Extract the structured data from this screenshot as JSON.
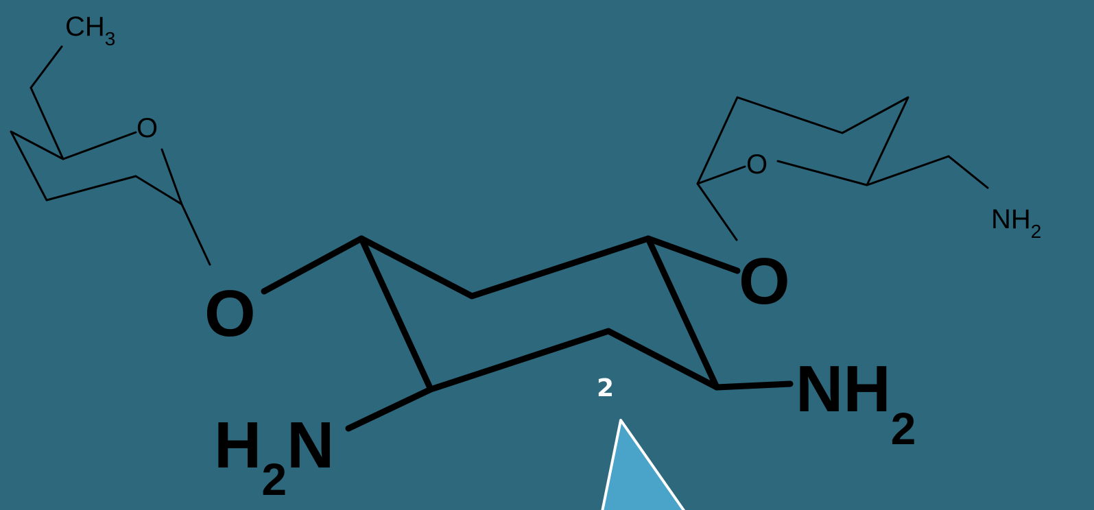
{
  "molecule": {
    "left_ring": {
      "methyl": {
        "main": "CH",
        "sub": "3"
      },
      "ring_oxygen": "O"
    },
    "right_ring": {
      "ring_oxygen": "O",
      "amine": {
        "main": "NH",
        "sub": "2"
      }
    },
    "central_ring": {
      "left_glycosidic_oxygen": "O",
      "right_glycosidic_oxygen": "O",
      "left_amine": {
        "main": "H",
        "sub": "2",
        "tail": "N"
      },
      "right_amine": {
        "main": "NH",
        "sub": "2"
      }
    }
  },
  "marker": {
    "label": "2",
    "color": "#4aa3c8",
    "outline": "#ffffff"
  },
  "colors": {
    "background": "#2e687d",
    "bond": "#000000"
  }
}
